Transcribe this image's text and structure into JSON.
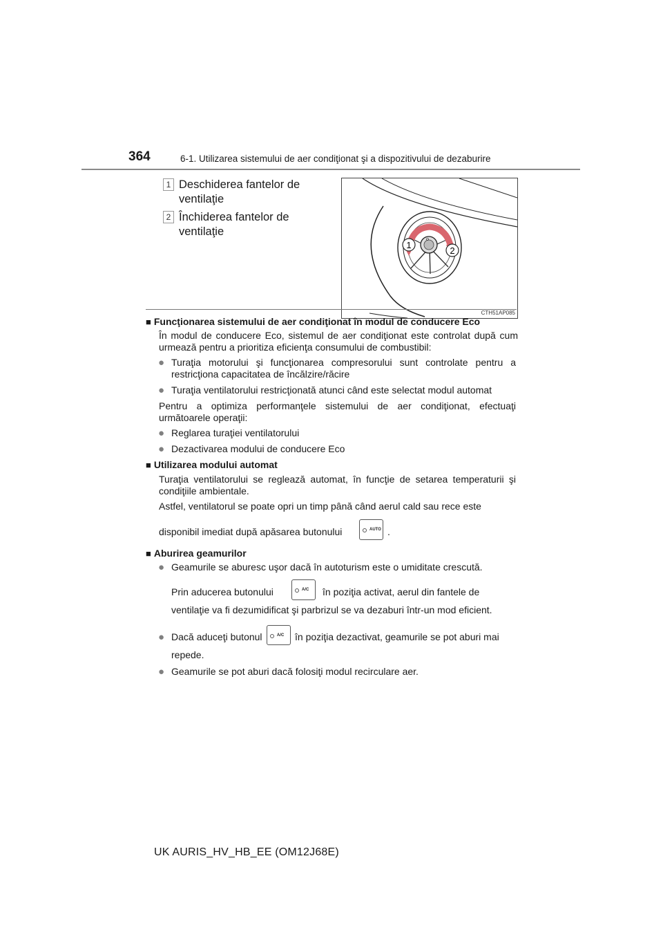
{
  "header": {
    "page_number": "364",
    "section_title": "6-1. Utilizarea sistemului de aer condiţionat şi a dispozitivului de dezaburire"
  },
  "legend": [
    {
      "num": "1",
      "line1": "Deschiderea fantelor de",
      "line2": "ventilaţie"
    },
    {
      "num": "2",
      "line1": "Închiderea fantelor de",
      "line2": "ventilaţie"
    }
  ],
  "figure": {
    "code": "CTH51AP085",
    "callout_1": "1",
    "callout_2": "2"
  },
  "eco": {
    "heading": "Funcţionarea sistemului de aer condiţionat în modul de conducere Eco",
    "intro": "În modul de conducere Eco, sistemul de aer condiţionat este controlat după cum urmează pentru a prioritiza eficienţa consumului de combustibil:",
    "bullet1": "Turaţia motorului şi funcţionarea compresorului sunt controlate pentru a restricţiona capacitatea de încălzire/răcire",
    "bullet2": "Turaţia ventilatorului restricţionată atunci când este selectat modul automat",
    "para2": "Pentru a optimiza performanţele sistemului de aer condiţionat, efectuaţi următoarele operaţii:",
    "bullet3": "Reglarea turaţiei ventilatorului",
    "bullet4": "Dezactivarea modului de conducere Eco"
  },
  "auto": {
    "heading": "Utilizarea modului automat",
    "para1": "Turaţia ventilatorului se reglează automat, în funcţie de setarea temperaturii şi condiţiile ambientale.",
    "para2": "Astfel, ventilatorul se poate opri un timp până când aerul cald sau rece este",
    "para3_before": "disponibil imediat după apăsarea butonului",
    "para3_after": ".",
    "button_label": "AUTO"
  },
  "fog": {
    "heading": "Aburirea geamurilor",
    "b1_line1": "Geamurile se aburesc uşor dacă în autoturism este o umiditate crescută.",
    "b1_line2_before": "Prin aducerea butonului",
    "b1_line2_after": "în poziţia activat, aerul din fantele de",
    "b1_line3": "ventilaţie va fi dezumidificat şi parbrizul se va dezaburi într-un mod eficient.",
    "b2_before": "Dacă aduceţi butonul",
    "b2_after": "în poziţia dezactivat, geamurile se pot aburi mai",
    "b2_line2": "repede.",
    "b3": "Geamurile se pot aburi dacă folosiţi modul recirculare aer.",
    "button_label": "A/C"
  },
  "footer": "UK AURIS_HV_HB_EE (OM12J68E)"
}
